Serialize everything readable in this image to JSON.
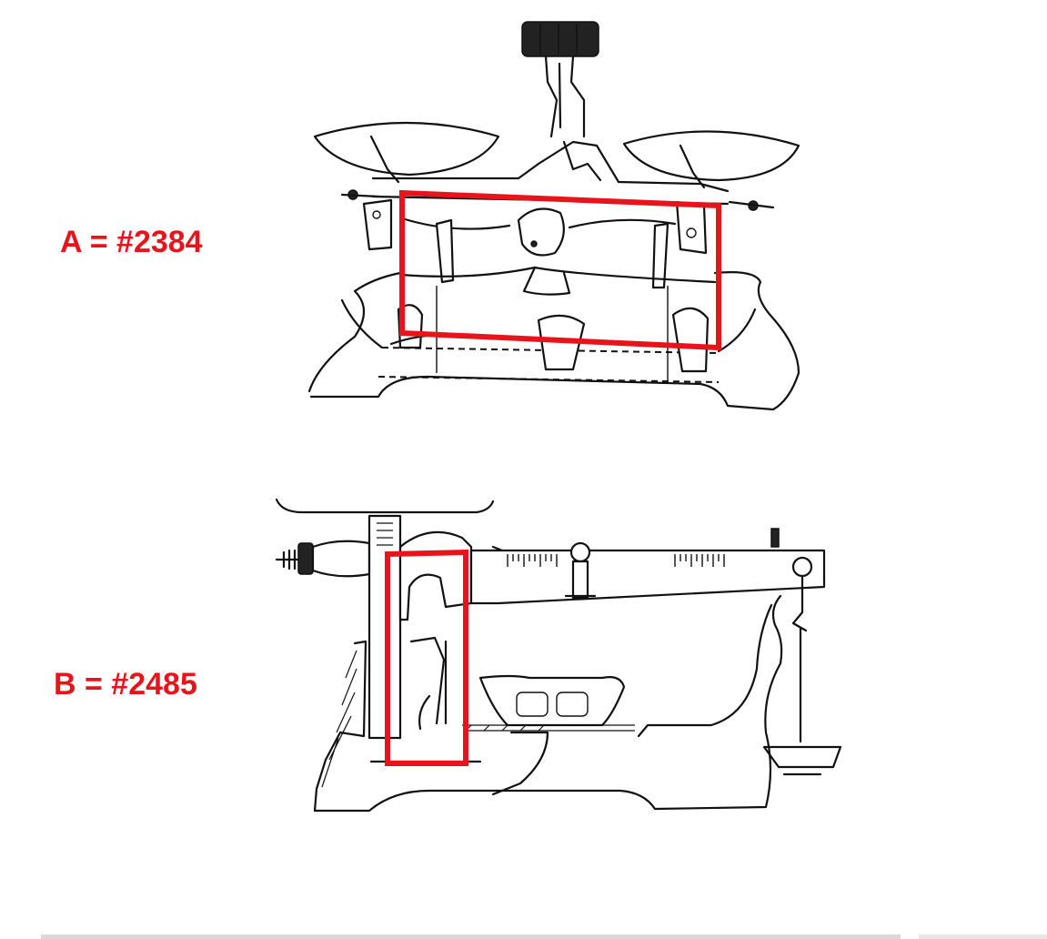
{
  "labels": {
    "a": "A = #2384",
    "b": "B = #2485"
  },
  "colors": {
    "label_red": "#e8141b",
    "highlight_red": "#e8141b",
    "line_art": "#111111",
    "background": "#ffffff"
  },
  "figures": {
    "a": {
      "subject": "equal-arm balance scale, front view",
      "highlight_color": "#e8141b"
    },
    "b": {
      "subject": "single-pan beam balance, side view",
      "highlight_color": "#e8141b"
    }
  }
}
